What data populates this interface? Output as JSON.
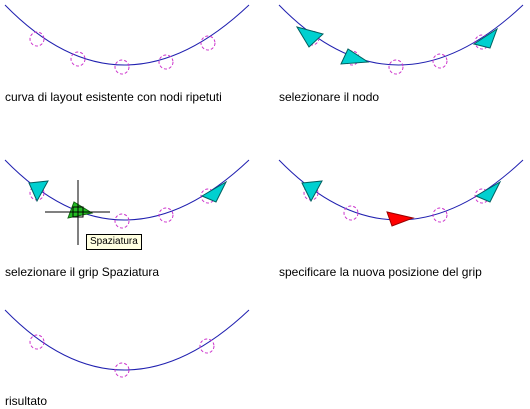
{
  "panels": [
    {
      "caption": "curva di layout esistente con nodi ripetuti"
    },
    {
      "caption": "selezionare il nodo"
    },
    {
      "caption": "selezionare il grip Spaziatura"
    },
    {
      "caption": "specificare la nuova posizione del grip"
    },
    {
      "caption": "risultato"
    }
  ],
  "tooltip": "Spaziatura",
  "colors": {
    "curve": "#2020b0",
    "node": "#cc33cc",
    "grip_selected": "#00d0d0",
    "spacing_grip": "#22bb22",
    "grip_moving": "#ff0000",
    "crosshair": "#000000"
  }
}
